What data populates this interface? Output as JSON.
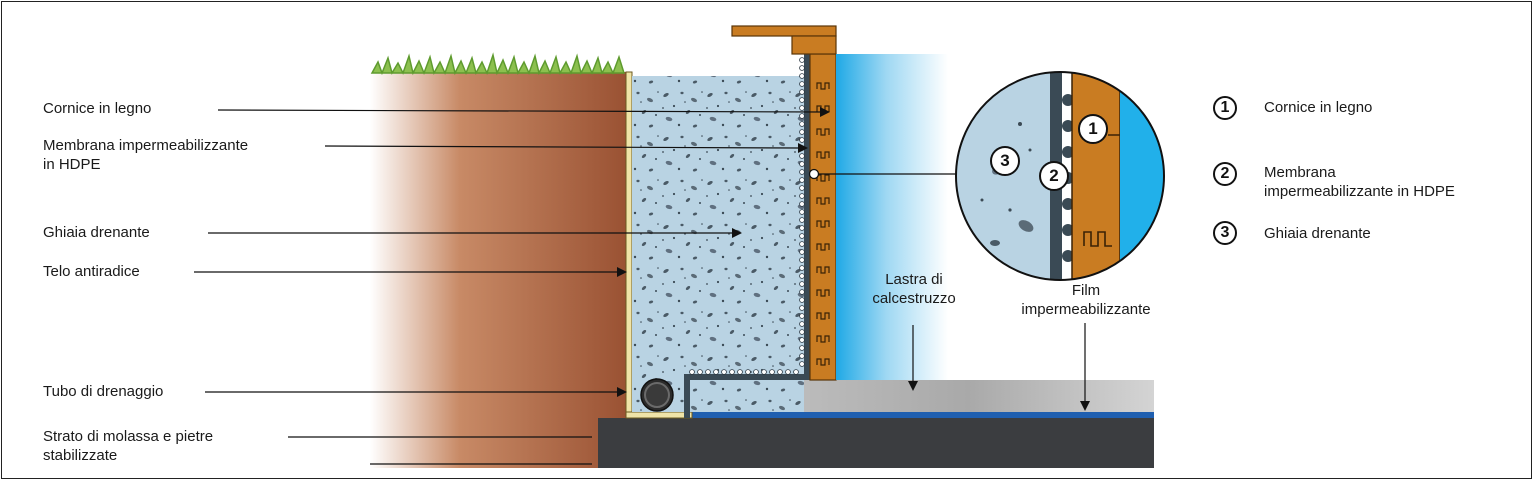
{
  "labels": {
    "cornice": "Cornice in legno",
    "membrana_1": "Membrana impermeabilizzante",
    "membrana_2": "in HDPE",
    "ghiaia": "Ghiaia drenante",
    "telo": "Telo antiradice",
    "tubo": "Tubo di drenaggio",
    "strato_1": "Strato di molassa e pietre",
    "strato_2": "stabilizzate",
    "lastra_1": "Lastra di",
    "lastra_2": "calcestruzzo",
    "film_1": "Film",
    "film_2": "impermeabilizzante"
  },
  "legend": [
    {
      "num": "1",
      "text_1": "Cornice in legno",
      "text_2": ""
    },
    {
      "num": "2",
      "text_1": "Membrana",
      "text_2": "impermeabilizzante in HDPE"
    },
    {
      "num": "3",
      "text_1": "Ghiaia drenante",
      "text_2": ""
    }
  ],
  "detail": [
    {
      "num": "1"
    },
    {
      "num": "2"
    },
    {
      "num": "3"
    }
  ],
  "colors": {
    "soil": "#9a5a3a",
    "gravel": "#b9d3e3",
    "timber": "#c97c22",
    "water": "#21b0ea",
    "membrane": "#3a4a55",
    "slab": "#b9b9b9",
    "base": "#3b3d40",
    "film": "#1f5fb0",
    "fabric": "#efe4a8"
  }
}
